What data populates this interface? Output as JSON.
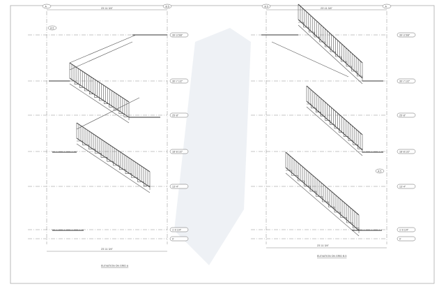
{
  "grid_labels": {
    "a": "A",
    "b5": "B.5",
    "a5": "A.5"
  },
  "levels": [
    "39'-3 5/8\"",
    "30'-7 1/2\"",
    "25'-8\"",
    "18'-8 1/2\"",
    "13'-4\"",
    "1'-0 1/4\"",
    "0'"
  ],
  "overall_dimension": "23'-11 3/4\"",
  "left_title": "ELEVATION ON GRID A",
  "right_title": "ELEVATION ON GRID B.5",
  "colors": {
    "line": "#555555",
    "watermark": "#e9edf2"
  }
}
